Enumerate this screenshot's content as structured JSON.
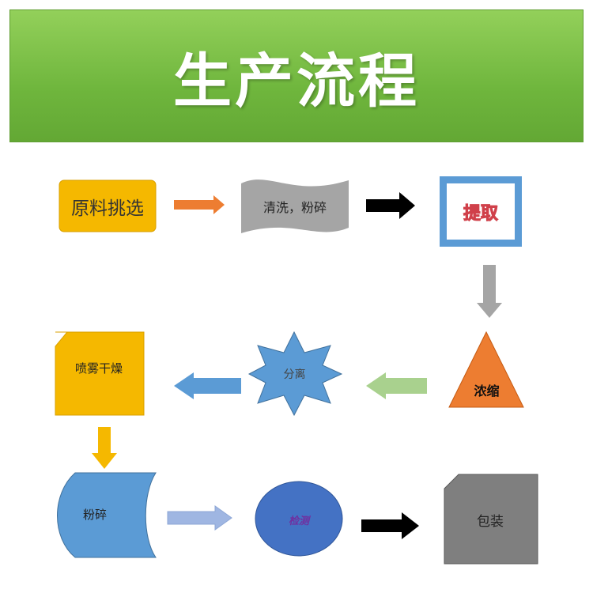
{
  "title": "生产流程",
  "steps": {
    "s1": "原料挑选",
    "s2": "清洗，粉碎",
    "s3": "提取",
    "s4": "浓缩",
    "s5": "分离",
    "s6": "喷雾干燥",
    "s7": "粉碎",
    "s8": "检测",
    "s9": "包装"
  },
  "colors": {
    "header": "#74b843",
    "yellow": "#f5b800",
    "blue": "#5b9bd5",
    "orange": "#ed7d31",
    "gray": "#a5a5a5"
  }
}
